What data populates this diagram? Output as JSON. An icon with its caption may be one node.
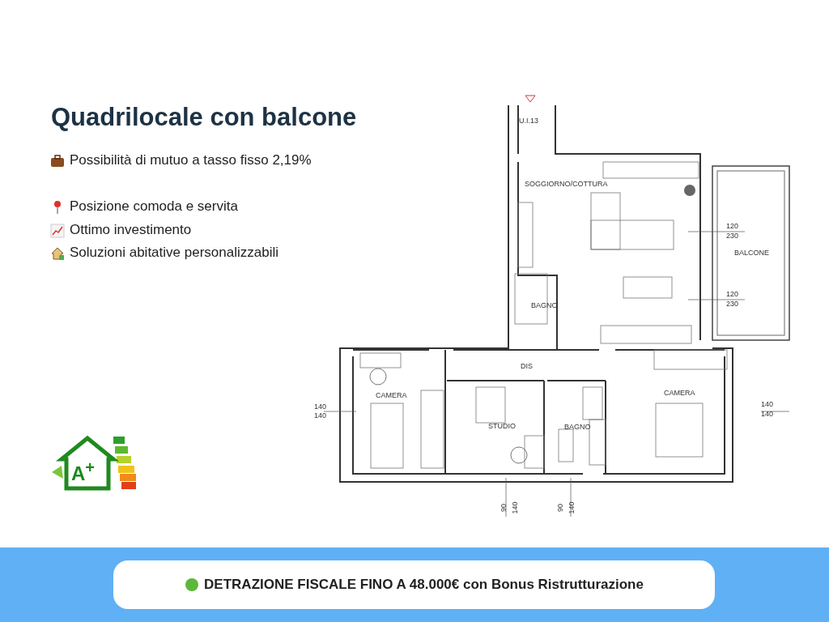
{
  "diagram": {
    "title": "Quadrilocale con balcone",
    "nodes": [
      {
        "text": [
          "DETRAZIONE FISCALE FINO A 48.000€ con Bonus Ristrutturazione"
        ]
      }
    ],
    "edges": [],
    "labels": [
      "Possibilità di mutuo a tasso fisso 2,19%",
      "Posizione comoda e servita",
      "Ottimo investimento",
      "Soluzioni abitative personalizzabili",
      "U.I.13",
      "SOGGIORNO/COTTURA",
      "120",
      "230",
      "BALCONE",
      "BAGNO",
      "120",
      "230",
      "DIS",
      "CAMERA",
      "140",
      "140",
      "STUDIO",
      "BAGNO",
      "CAMERA",
      "140",
      "140",
      "90",
      "140",
      "90",
      "140",
      "A$^{+}$"
    ]
  }
}
